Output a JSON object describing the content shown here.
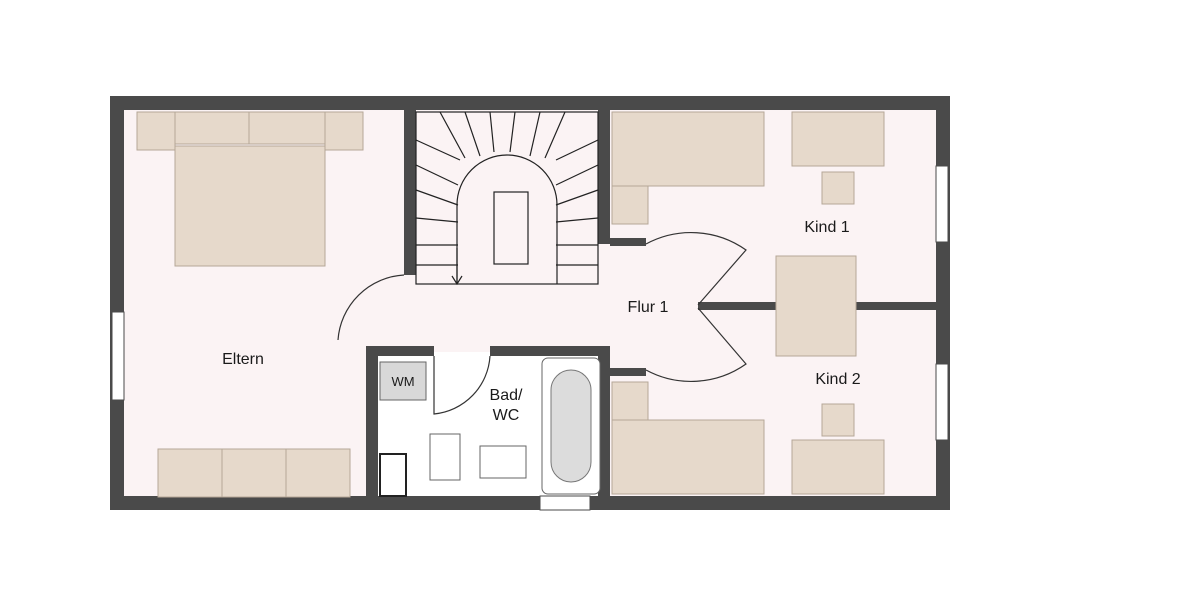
{
  "rooms": {
    "eltern": "Eltern",
    "flur": "Flur 1",
    "bad_line1": "Bad/",
    "bad_line2": "WC",
    "kind1": "Kind 1",
    "kind2": "Kind 2",
    "wm": "WM"
  },
  "colors": {
    "wall": "#4a4a4a",
    "floor": "#fbf3f4",
    "furniture": "#e6d9cb",
    "furniture_stroke": "#b5a797",
    "bathroom_floor": "#ffffff"
  }
}
